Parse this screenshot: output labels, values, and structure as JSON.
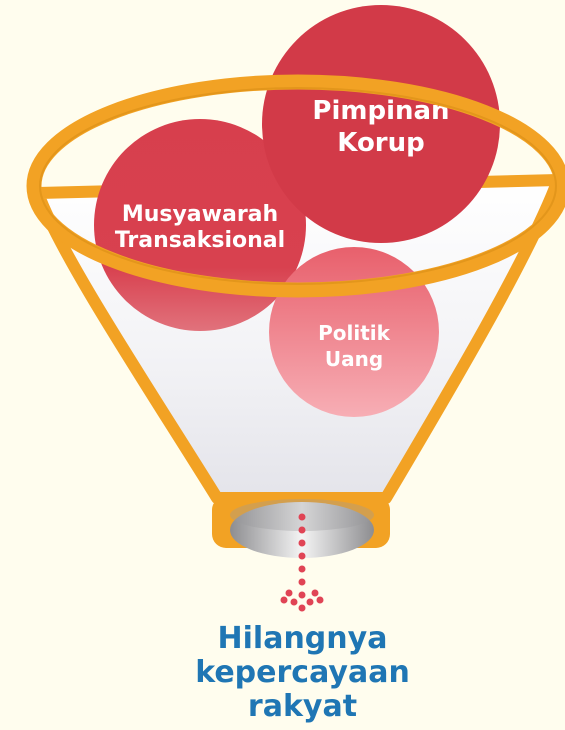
{
  "diagram": {
    "items": [
      {
        "line1": "Pimpinan",
        "line2": "Korup",
        "color": "#d23a48"
      },
      {
        "line1": "Musyawarah",
        "line2": "Transaksional",
        "color": "#d94452"
      },
      {
        "line1": "Politik",
        "line2": "Uang",
        "color": "#f08b96"
      }
    ],
    "outcome": {
      "line1": "Hilangnya",
      "line2": "kepercayaan",
      "line3": "rakyat",
      "color": "#1f76b4"
    },
    "funnel_color": "#f2a224",
    "drip_color": "#e04455",
    "background": "#fffdee"
  }
}
